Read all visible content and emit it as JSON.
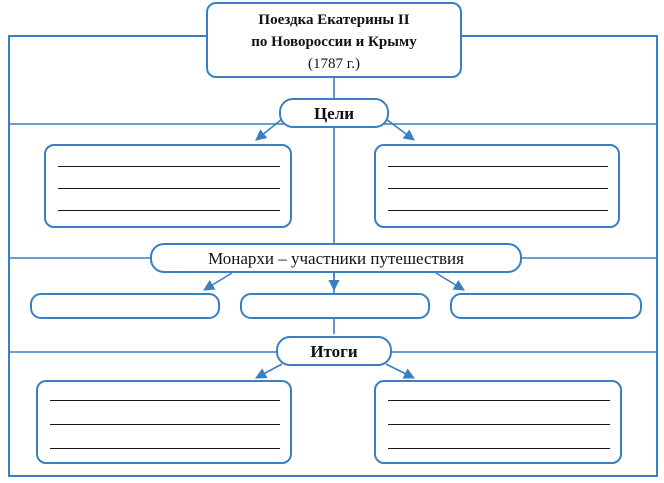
{
  "title": {
    "line1": "Поездка Екатерины II",
    "line2": "по Новороссии и Крыму",
    "line3": "(1787 г.)"
  },
  "goals_label": "Цели",
  "monarchs_label": "Монархи – участники путешествия",
  "results_label": "Итоги",
  "colors": {
    "border": "#3a7fc4",
    "arrow": "#3a7fc4",
    "line": "#1a1a1a"
  }
}
